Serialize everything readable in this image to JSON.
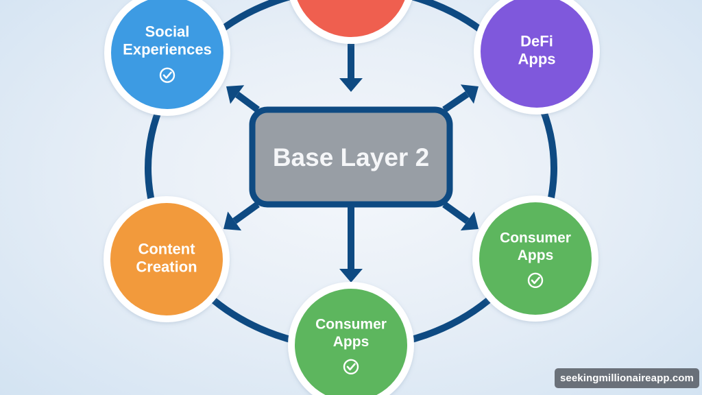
{
  "diagram": {
    "center": {
      "label": "Base Layer 2",
      "fill": "#989ea5",
      "border": "#0e4a82"
    },
    "connector_color": "#0e4a82",
    "nodes": [
      {
        "id": "top",
        "lines": [],
        "color": "#ef5f4f",
        "check": false
      },
      {
        "id": "social-experiences",
        "lines": [
          "Social",
          "Experiences"
        ],
        "color": "#3d9be3",
        "check": true
      },
      {
        "id": "defi-apps",
        "lines": [
          "DeFi",
          "Apps"
        ],
        "color": "#7f58dc",
        "check": false
      },
      {
        "id": "content-creation",
        "lines": [
          "Content",
          "Creation"
        ],
        "color": "#f29a3c",
        "check": false
      },
      {
        "id": "consumer-apps-right",
        "lines": [
          "Consumer",
          "Apps"
        ],
        "color": "#5db65e",
        "check": true
      },
      {
        "id": "consumer-apps-bottom",
        "lines": [
          "Consumer",
          "Apps"
        ],
        "color": "#5db65e",
        "check": true
      }
    ],
    "arrows": [
      {
        "from": "top",
        "to": "center",
        "direction": "down"
      },
      {
        "from": "center",
        "to": "social-experiences"
      },
      {
        "from": "center",
        "to": "defi-apps"
      },
      {
        "from": "center",
        "to": "content-creation"
      },
      {
        "from": "center",
        "to": "consumer-apps-right"
      },
      {
        "from": "center",
        "to": "consumer-apps-bottom"
      }
    ]
  },
  "watermark": "seekingmillionaireapp.com"
}
